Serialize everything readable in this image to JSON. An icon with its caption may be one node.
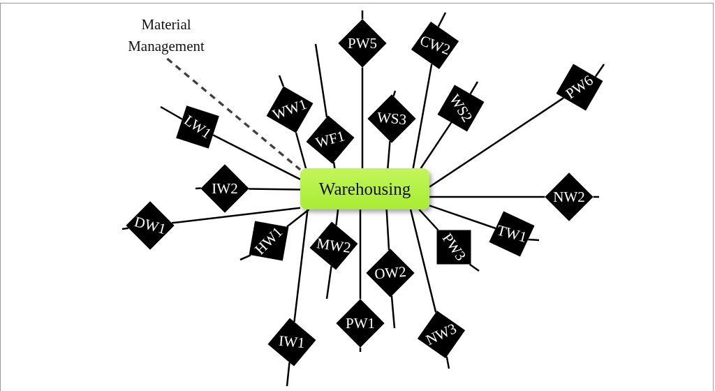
{
  "diagram": {
    "nodes": [
      {
        "text": [
          "Material Management"
        ]
      },
      {
        "text": [
          "Warehousing"
        ]
      },
      {
        "text": [
          "PW5"
        ]
      },
      {
        "text": [
          "CW2"
        ]
      },
      {
        "text": [
          "PW6"
        ]
      },
      {
        "text": [
          "WS2"
        ]
      },
      {
        "text": [
          "WS3"
        ]
      },
      {
        "text": [
          "WW1"
        ]
      },
      {
        "text": [
          "WF1"
        ]
      },
      {
        "text": [
          "LW1"
        ]
      },
      {
        "text": [
          "IW2"
        ]
      },
      {
        "text": [
          "NW2"
        ]
      },
      {
        "text": [
          "DW1"
        ]
      },
      {
        "text": [
          "TW1"
        ]
      },
      {
        "text": [
          "HW1"
        ]
      },
      {
        "text": [
          "PW3"
        ]
      },
      {
        "text": [
          "MW2"
        ]
      },
      {
        "text": [
          "OW2"
        ]
      },
      {
        "text": [
          "PW1"
        ]
      },
      {
        "text": [
          "NW3"
        ]
      },
      {
        "text": [
          "IW1"
        ]
      }
    ],
    "edges": [
      {
        "from": 0,
        "to": 1,
        "arrow": "none",
        "style": "dashed",
        "color": "#404040"
      },
      {
        "from": 1,
        "to": 2,
        "arrow": "none"
      },
      {
        "from": 1,
        "to": 3,
        "arrow": "none"
      },
      {
        "from": 1,
        "to": 4,
        "arrow": "none"
      },
      {
        "from": 1,
        "to": 5,
        "arrow": "none"
      },
      {
        "from": 1,
        "to": 6,
        "arrow": "none"
      },
      {
        "from": 1,
        "to": 7,
        "arrow": "none"
      },
      {
        "from": 1,
        "to": 8,
        "arrow": "none"
      },
      {
        "from": 1,
        "to": 9,
        "arrow": "none"
      },
      {
        "from": 1,
        "to": 10,
        "arrow": "none"
      },
      {
        "from": 1,
        "to": 11,
        "arrow": "none"
      },
      {
        "from": 1,
        "to": 12,
        "arrow": "none"
      },
      {
        "from": 1,
        "to": 13,
        "arrow": "none"
      },
      {
        "from": 1,
        "to": 14,
        "arrow": "none"
      },
      {
        "from": 1,
        "to": 15,
        "arrow": "none"
      },
      {
        "from": 1,
        "to": 16,
        "arrow": "none"
      },
      {
        "from": 1,
        "to": 17,
        "arrow": "none"
      },
      {
        "from": 1,
        "to": 18,
        "arrow": "none"
      },
      {
        "from": 1,
        "to": 19,
        "arrow": "none"
      },
      {
        "from": 1,
        "to": 20,
        "arrow": "none"
      }
    ]
  }
}
